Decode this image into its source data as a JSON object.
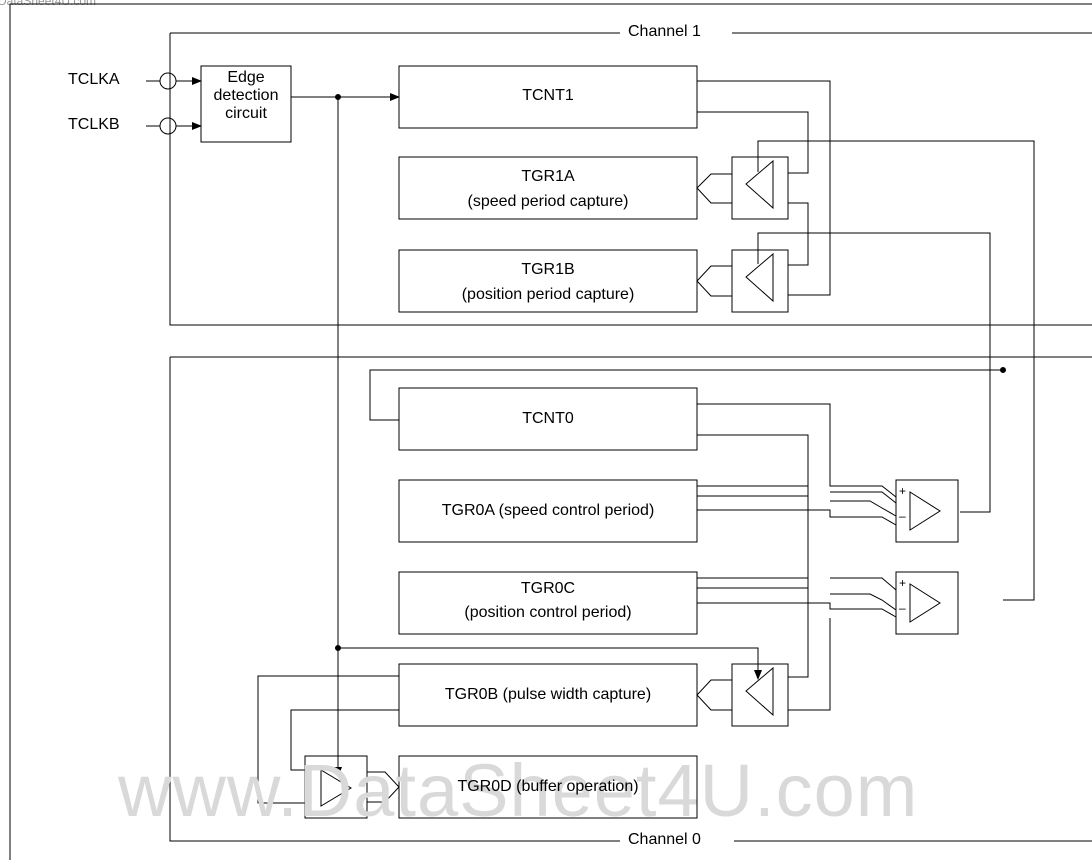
{
  "watermark_top": "DataSheet4U.com",
  "watermark_main": "www.DataSheet4U.com",
  "channel1": {
    "label": "Channel 1"
  },
  "channel0": {
    "label": "Channel 0"
  },
  "inputs": {
    "a": "TCLKA",
    "b": "TCLKB"
  },
  "edge": {
    "line1": "Edge",
    "line2": "detection",
    "line3": "circuit"
  },
  "ch1": {
    "tcnt": "TCNT1",
    "tgra_l1": "TGR1A",
    "tgra_l2": "(speed period capture)",
    "tgrb_l1": "TGR1B",
    "tgrb_l2": "(position period capture)"
  },
  "ch0": {
    "tcnt": "TCNT0",
    "tgra": "TGR0A (speed control period)",
    "tgrc_l1": "TGR0C",
    "tgrc_l2": "(position control period)",
    "tgrb": "TGR0B (pulse width capture)",
    "tgrd": "TGR0D (buffer operation)"
  },
  "comparator": {
    "plus": "+",
    "minus": "–"
  }
}
